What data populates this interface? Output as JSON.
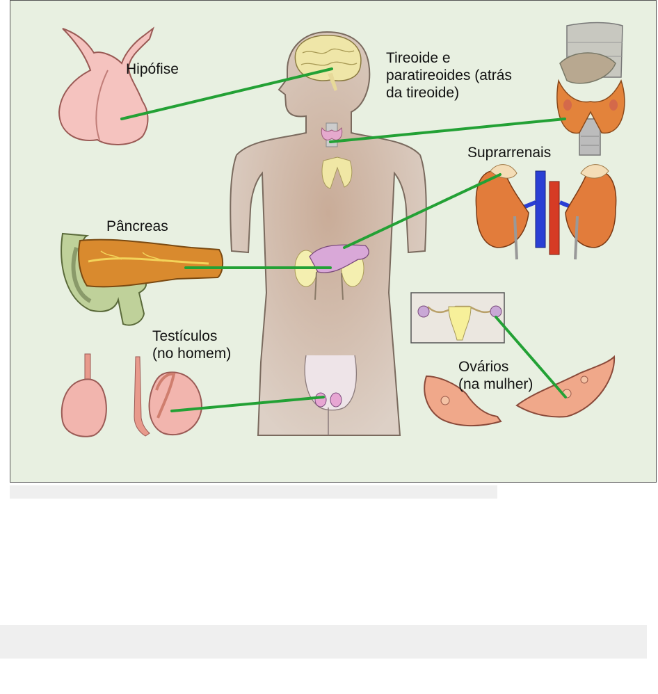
{
  "labels": {
    "hipofise": "Hipófise",
    "tireoide": "Tireoide e\nparatireoides (atrás\nda tireoide)",
    "suprarrenais": "Suprarrenais",
    "pancreas": "Pâncreas",
    "testiculos": "Testículos\n(no homem)",
    "ovarios": "Ovários\n(na mulher)"
  },
  "colors": {
    "background": "#e8f0e1",
    "connector": "#23a135",
    "body": "#d2c0b0",
    "organ_pink": "#f2b5ae",
    "pancreas": "#d98a2e",
    "artery": "#d63b24",
    "vein": "#2a3fd4"
  }
}
